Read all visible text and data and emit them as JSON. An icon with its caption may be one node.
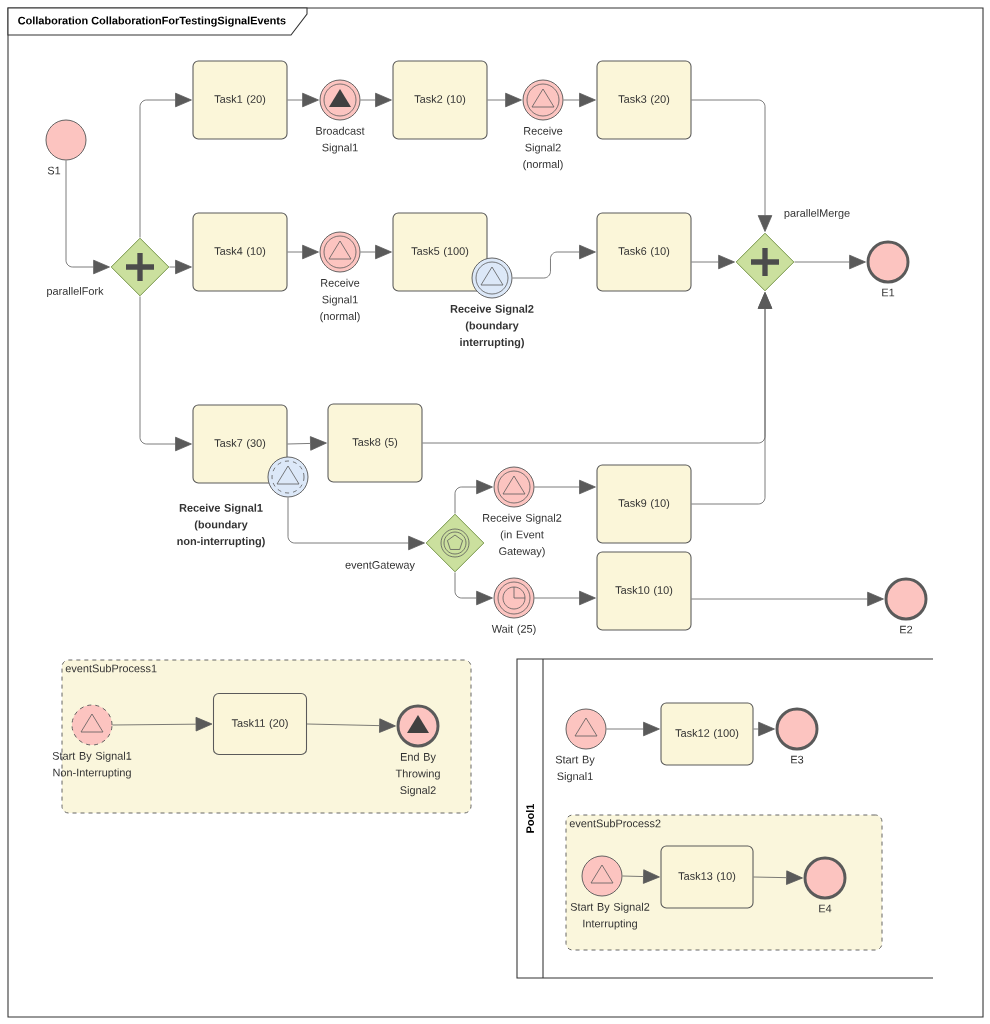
{
  "diagram": {
    "title": "Collaboration CollaborationForTestingSignalEvents",
    "nodes": [
      {
        "text": [
          "S1"
        ]
      },
      {
        "text": [
          "parallelFork"
        ]
      },
      {
        "text": [
          "Task1 (20)"
        ]
      },
      {
        "text": [
          "Broadcast Signal1"
        ]
      },
      {
        "text": [
          "Task2 (10)"
        ]
      },
      {
        "text": [
          "Receive Signal2 (normal)"
        ]
      },
      {
        "text": [
          "Task3 (20)"
        ]
      },
      {
        "text": [
          "Task4 (10)"
        ]
      },
      {
        "text": [
          "Receive Signal1 (normal)"
        ]
      },
      {
        "text": [
          "Task5 (100)"
        ]
      },
      {
        "text": [
          "Receive Signal2 (boundary interrupting)"
        ]
      },
      {
        "text": [
          "Task6 (10)"
        ]
      },
      {
        "text": [
          "parallelMerge"
        ]
      },
      {
        "text": [
          "E1"
        ]
      },
      {
        "text": [
          "Task7 (30)"
        ]
      },
      {
        "text": [
          "Receive Signal1 (boundary non-interrupting)"
        ]
      },
      {
        "text": [
          "Task8 (5)"
        ]
      },
      {
        "text": [
          "eventGateway"
        ]
      },
      {
        "text": [
          "Receive Signal2 (in Event Gateway)"
        ]
      },
      {
        "text": [
          "Task9 (10)"
        ]
      },
      {
        "text": [
          "Wait (25)"
        ]
      },
      {
        "text": [
          "Task10 (10)"
        ]
      },
      {
        "text": [
          "E2"
        ]
      },
      {
        "text": [
          "eventSubProcess1"
        ]
      },
      {
        "text": [
          "Start By Signal1 Non-Interrupting"
        ],
        "in": 23
      },
      {
        "text": [
          "Task11 (20)"
        ],
        "in": 23
      },
      {
        "text": [
          "End By Throwing Signal2"
        ],
        "in": 23
      },
      {
        "text": [
          "Pool1"
        ]
      },
      {
        "text": [
          "Start By Signal1"
        ],
        "in": 27
      },
      {
        "text": [
          "Task12 (100)"
        ],
        "in": 27
      },
      {
        "text": [
          "E3"
        ],
        "in": 27
      },
      {
        "text": [
          "eventSubProcess2"
        ],
        "in": 27
      },
      {
        "text": [
          "Start By Signal2 Interrupting"
        ],
        "in": 31
      },
      {
        "text": [
          "Task13 (10)"
        ],
        "in": 31
      },
      {
        "text": [
          "E4"
        ],
        "in": 31
      }
    ],
    "edges": [
      {
        "from": 0,
        "to": 1,
        "arrow": "to"
      },
      {
        "from": 1,
        "to": 2,
        "arrow": "to"
      },
      {
        "from": 1,
        "to": 7,
        "arrow": "to"
      },
      {
        "from": 1,
        "to": 14,
        "arrow": "to"
      },
      {
        "from": 2,
        "to": 3,
        "arrow": "to"
      },
      {
        "from": 3,
        "to": 4,
        "arrow": "to"
      },
      {
        "from": 4,
        "to": 5,
        "arrow": "to"
      },
      {
        "from": 5,
        "to": 6,
        "arrow": "to"
      },
      {
        "from": 6,
        "to": 12,
        "arrow": "to"
      },
      {
        "from": 7,
        "to": 8,
        "arrow": "to"
      },
      {
        "from": 8,
        "to": 9,
        "arrow": "to"
      },
      {
        "from": 10,
        "to": 11,
        "arrow": "to"
      },
      {
        "from": 11,
        "to": 12,
        "arrow": "to"
      },
      {
        "from": 16,
        "to": 12,
        "arrow": "to"
      },
      {
        "from": 19,
        "to": 12,
        "arrow": "to"
      },
      {
        "from": 12,
        "to": 13,
        "arrow": "to"
      },
      {
        "from": 14,
        "to": 16,
        "arrow": "to"
      },
      {
        "from": 15,
        "to": 17,
        "arrow": "to"
      },
      {
        "from": 17,
        "to": 18,
        "arrow": "to"
      },
      {
        "from": 17,
        "to": 20,
        "arrow": "to"
      },
      {
        "from": 18,
        "to": 19,
        "arrow": "to"
      },
      {
        "from": 20,
        "to": 21,
        "arrow": "to"
      },
      {
        "from": 21,
        "to": 22,
        "arrow": "to"
      },
      {
        "from": 24,
        "to": 25,
        "arrow": "to"
      },
      {
        "from": 25,
        "to": 26,
        "arrow": "to"
      },
      {
        "from": 28,
        "to": 29,
        "arrow": "to"
      },
      {
        "from": 29,
        "to": 30,
        "arrow": "to"
      },
      {
        "from": 32,
        "to": 33,
        "arrow": "to"
      },
      {
        "from": 33,
        "to": 34,
        "arrow": "to"
      }
    ]
  }
}
